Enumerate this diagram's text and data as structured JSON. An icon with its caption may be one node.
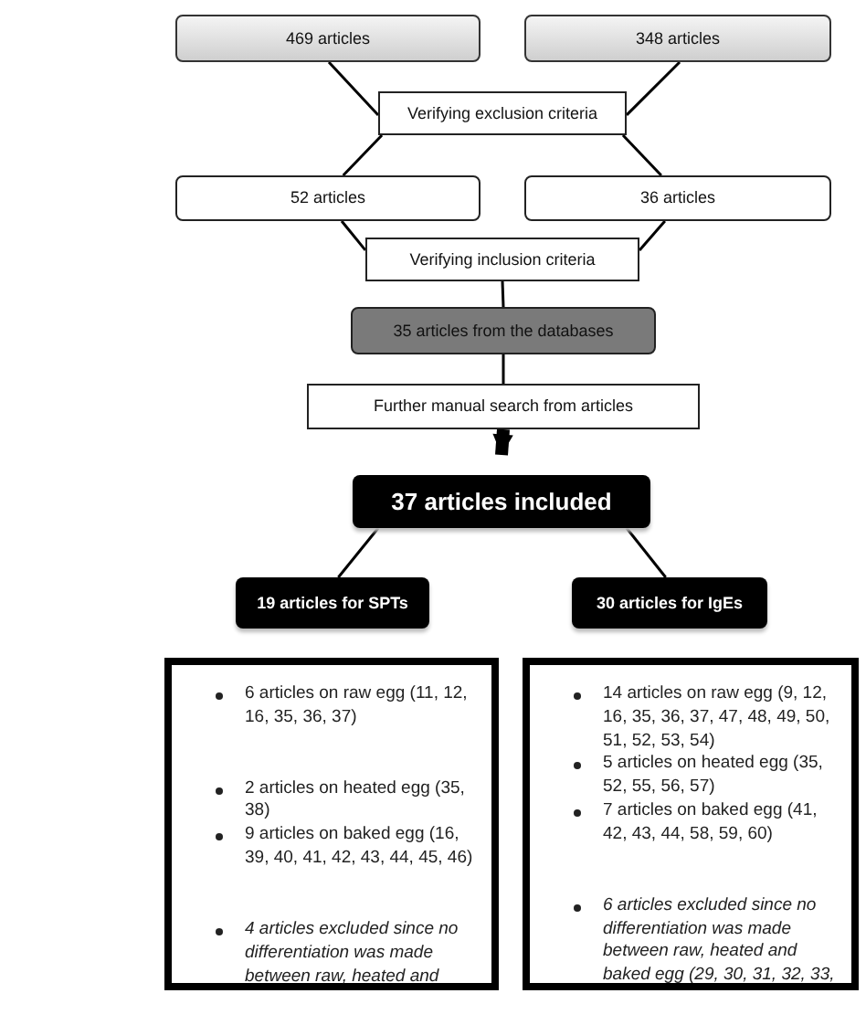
{
  "diagram": {
    "nodes": [
      {
        "text": [
          "469 articles"
        ]
      },
      {
        "text": [
          "348 articles"
        ]
      },
      {
        "text": [
          "Verifying exclusion criteria"
        ]
      },
      {
        "text": [
          "52 articles"
        ]
      },
      {
        "text": [
          "36 articles"
        ]
      },
      {
        "text": [
          "Verifying inclusion criteria"
        ]
      },
      {
        "text": [
          "35 articles from the databases"
        ]
      },
      {
        "text": [
          "Further manual search from articles"
        ]
      },
      {
        "text": [
          "37 articles included"
        ]
      },
      {
        "text": [
          "19 articles for SPTs"
        ]
      },
      {
        "text": [
          "30 articles for IgEs"
        ]
      },
      {
        "text": [
          "6 articles on raw egg (11, 12, 16, 35, 36, 37)",
          "2 articles on heated egg (35, 38)",
          "9 articles on baked egg (16, 39, 40, 41, 42, 43, 44, 45, 46)",
          "4 articles excluded since no differentiation was made between raw, heated and"
        ]
      },
      {
        "text": [
          "14 articles on raw egg (9, 12, 16, 35, 36, 37, 47, 48, 49, 50, 51, 52, 53, 54)",
          "5 articles on heated egg (35, 52, 55, 56, 57)",
          "7 articles on baked egg (41, 42, 43, 44, 58, 59, 60)",
          "6 articles excluded since no differentiation was made between raw, heated and baked egg (29, 30, 31, 32, 33,"
        ]
      }
    ],
    "edges": [
      {
        "from": 0,
        "to": 2,
        "arrow": "none"
      },
      {
        "from": 1,
        "to": 2,
        "arrow": "none"
      },
      {
        "from": 2,
        "to": 3,
        "arrow": "none"
      },
      {
        "from": 2,
        "to": 4,
        "arrow": "none"
      },
      {
        "from": 3,
        "to": 5,
        "arrow": "none"
      },
      {
        "from": 4,
        "to": 5,
        "arrow": "none"
      },
      {
        "from": 5,
        "to": 6,
        "arrow": "none"
      },
      {
        "from": 6,
        "to": 7,
        "arrow": "none"
      },
      {
        "from": 7,
        "to": 8,
        "arrow": "to",
        "style": "thick"
      },
      {
        "from": 8,
        "to": 9,
        "arrow": "none"
      },
      {
        "from": 8,
        "to": 10,
        "arrow": "none"
      }
    ]
  }
}
